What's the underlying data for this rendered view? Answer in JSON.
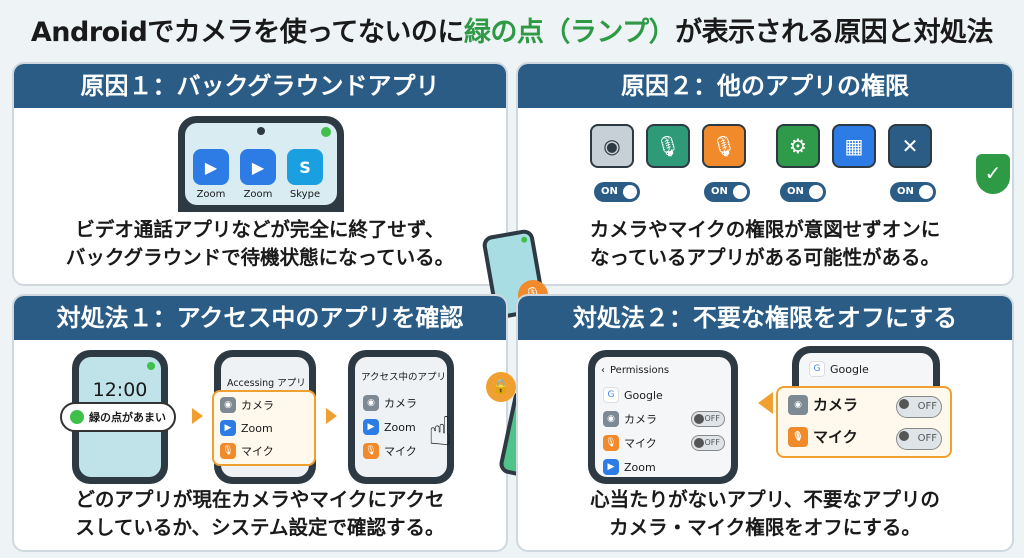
{
  "title": {
    "part1": "Androidでカメラを使ってないのに",
    "highlight": "緑の点（ランプ）",
    "part2": "が表示される原因と対処法"
  },
  "panel1": {
    "header": "原因１：バックグラウンドアプリ",
    "apps": [
      "Zoom",
      "Zoom",
      "Skype"
    ],
    "desc_line1": "ビデオ通話アプリなどが完全に終了せず、",
    "desc_line2": "バックグラウンドで待機状態になっている。"
  },
  "panel2": {
    "header": "原因２：他のアプリの権限",
    "toggles": [
      "ON",
      "ON",
      "ON",
      "ON"
    ],
    "desc_line1": "カメラやマイクの権限が意図せずオンに",
    "desc_line2": "なっているアプリがある可能性がある。"
  },
  "panel3": {
    "header": "対処法１：アクセス中のアプリを確認",
    "clock": "12:00",
    "tap_label": "緑の点があまい",
    "screen2_title": "Accessing アプリ",
    "screen3_title": "アクセス中のアプリ",
    "items": [
      "カメラ",
      "Zoom",
      "マイク"
    ],
    "desc_line1": "どのアプリが現在カメラやマイクにアクセ",
    "desc_line2": "スしているか、システム設定で確認する。"
  },
  "panel4": {
    "header": "対処法２：不要な権限をオフにする",
    "screen_title": "Permissions",
    "list": [
      "Google",
      "カメラ",
      "マイク",
      "Zoom"
    ],
    "off": "OFF",
    "popup_app": "Google",
    "popup_items": [
      "カメラ",
      "マイク"
    ],
    "desc_line1": "心当たりがないアプリ、不要なアプリの",
    "desc_line2": "カメラ・マイク権限をオフにする。"
  },
  "colors": {
    "header": "#2a5c86",
    "green": "#2e9a45",
    "orange": "#f0a030",
    "zoom": "#2d7be5",
    "skype": "#1a9fe0"
  }
}
